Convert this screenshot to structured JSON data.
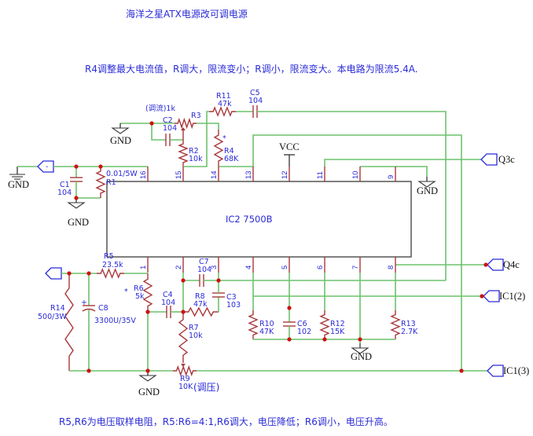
{
  "title": "海洋之星ATX电源改可调电源",
  "note_top": "R4调整最大电流值，R调大，限流变小；R调小，限流变大。本电路为限流5.4A.",
  "note_bottom": "R5,R6为电压取样电阻，R5:R6=4:1,R6调大，电压降低；R6调小，电压升高。",
  "ic": {
    "label": "IC2 7500B",
    "pins_top": [
      "16",
      "15",
      "14",
      "13",
      "12",
      "11",
      "10",
      "9"
    ],
    "pins_bottom": [
      "1",
      "2",
      "3",
      "4",
      "5",
      "6",
      "7",
      "8"
    ]
  },
  "components": {
    "R1": {
      "ref": "R1",
      "value": "0.01/5W"
    },
    "C1": {
      "ref": "C1",
      "value": "104"
    },
    "C2": {
      "ref": "C2",
      "value": "104"
    },
    "R2": {
      "ref": "R2",
      "value": "10k"
    },
    "R3": {
      "ref": "R3",
      "value": "(调流)1k"
    },
    "R4": {
      "ref": "R4",
      "value": "68K",
      "mark": "*"
    },
    "R11": {
      "ref": "R11",
      "value": "47k"
    },
    "C5": {
      "ref": "C5",
      "value": "104"
    },
    "R5": {
      "ref": "R5",
      "value": "23.5k"
    },
    "R6": {
      "ref": "R6",
      "value": "5k",
      "mark": "*"
    },
    "R14": {
      "ref": "R14",
      "value": "500/3W"
    },
    "C8": {
      "ref": "C8",
      "value": "3300U/35V",
      "polarity": "+"
    },
    "C4": {
      "ref": "C4",
      "value": "104"
    },
    "C7": {
      "ref": "C7",
      "value": "104"
    },
    "R8": {
      "ref": "R8",
      "value": "47k"
    },
    "C3": {
      "ref": "C3",
      "value": "103"
    },
    "R7": {
      "ref": "R7",
      "value": "10k"
    },
    "R9": {
      "ref": "R9",
      "value": "10K",
      "note": "(调压)"
    },
    "R10": {
      "ref": "R10",
      "value": "47K"
    },
    "C6": {
      "ref": "C6",
      "value": "102"
    },
    "R12": {
      "ref": "R12",
      "value": "15K"
    },
    "R13": {
      "ref": "R13",
      "value": "2.7K"
    }
  },
  "power": {
    "vcc": "VCC",
    "gnd": "GND"
  },
  "ports": {
    "minus": "-",
    "q3c": "Q3c",
    "q4c": "Q4c",
    "ic1_2": "IC1(2)",
    "ic1_3": "IC1(3)"
  },
  "colors": {
    "wire": "#6cc26c",
    "component": "#a8383b",
    "node": "#d01010",
    "text": "#2a2ad8"
  }
}
